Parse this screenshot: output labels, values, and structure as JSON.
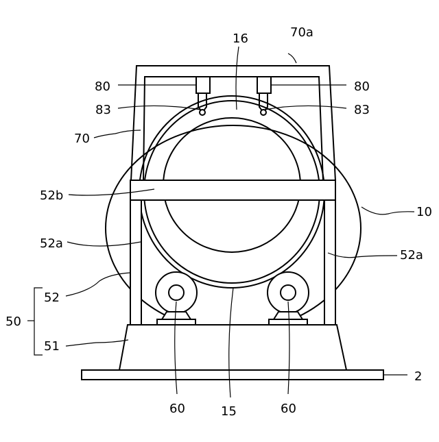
{
  "labels": {
    "l70a": "70a",
    "l16": "16",
    "l80_left": "80",
    "l80_right": "80",
    "l83_left": "83",
    "l83_right": "83",
    "l70": "70",
    "l52b": "52b",
    "l10": "10",
    "l52a_left": "52a",
    "l52a_right": "52a",
    "l52": "52",
    "l50": "50",
    "l51": "51",
    "l2": "2",
    "l60_left": "60",
    "l15": "15",
    "l60_right": "60"
  }
}
